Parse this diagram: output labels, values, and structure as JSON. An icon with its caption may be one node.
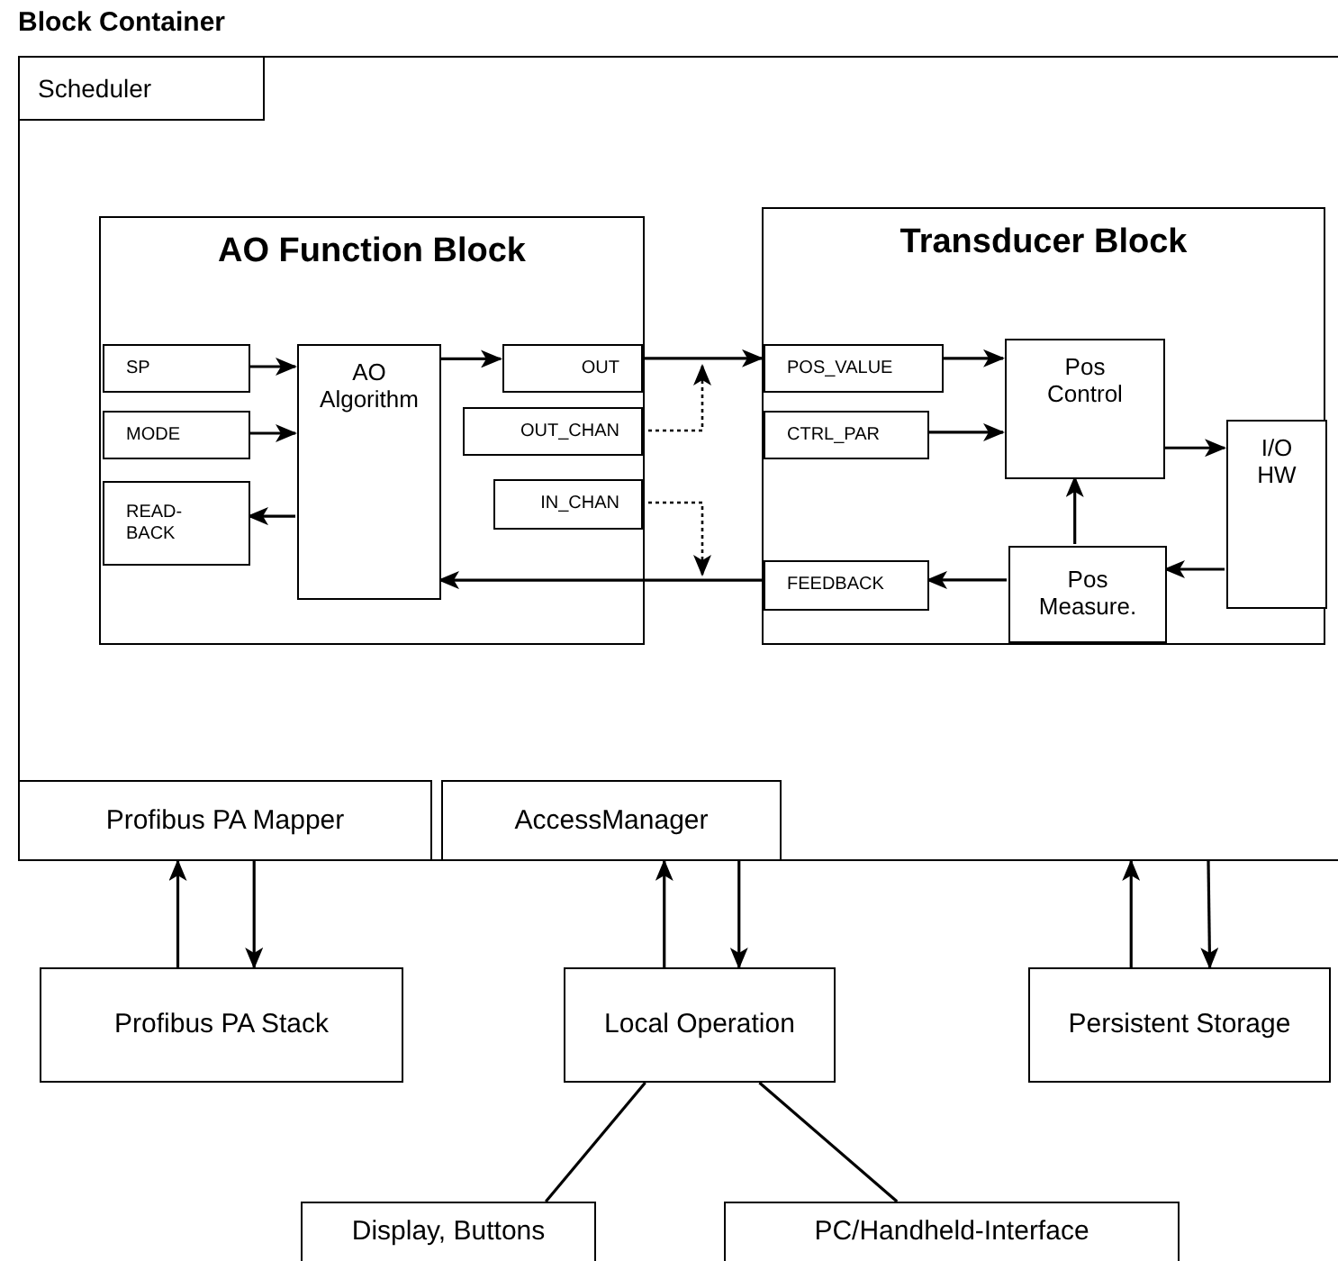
{
  "diagram": {
    "nodes": [
      {
        "text": [
          "Block Container"
        ]
      },
      {
        "text": [
          "Scheduler"
        ],
        "in": 0
      },
      {
        "text": [
          "AO Function Block"
        ],
        "in": 0
      },
      {
        "text": [
          "SP"
        ],
        "in": 2
      },
      {
        "text": [
          "MODE"
        ],
        "in": 2
      },
      {
        "text": [
          "READ-BACK"
        ],
        "in": 2
      },
      {
        "text": [
          "AO Algorithm"
        ],
        "in": 2
      },
      {
        "text": [
          "OUT"
        ],
        "in": 2
      },
      {
        "text": [
          "OUT_CHAN"
        ],
        "in": 2
      },
      {
        "text": [
          "IN_CHAN"
        ],
        "in": 2
      },
      {
        "text": [
          "Transducer Block"
        ],
        "in": 0
      },
      {
        "text": [
          "POS_VALUE"
        ],
        "in": 10
      },
      {
        "text": [
          "CTRL_PAR"
        ],
        "in": 10
      },
      {
        "text": [
          "FEEDBACK"
        ],
        "in": 10
      },
      {
        "text": [
          "Pos Control"
        ],
        "in": 10
      },
      {
        "text": [
          "I/O HW"
        ],
        "in": 10
      },
      {
        "text": [
          "Pos Measure."
        ],
        "in": 10
      },
      {
        "text": [
          "Profibus PA Mapper"
        ],
        "in": 0
      },
      {
        "text": [
          "AccessManager"
        ],
        "in": 0
      },
      {
        "text": [
          "Profibus PA Stack"
        ]
      },
      {
        "text": [
          "Local Operation"
        ]
      },
      {
        "text": [
          "Persistent Storage"
        ]
      },
      {
        "text": [
          "Display, Buttons"
        ]
      },
      {
        "text": [
          "PC/Handheld-Interface"
        ]
      }
    ],
    "edges": [
      {
        "from": 3,
        "to": 6,
        "arrow": "to"
      },
      {
        "from": 4,
        "to": 6,
        "arrow": "to"
      },
      {
        "from": 6,
        "to": 5,
        "arrow": "to"
      },
      {
        "from": 6,
        "to": 7,
        "arrow": "to"
      },
      {
        "from": 7,
        "to": 11,
        "arrow": "to"
      },
      {
        "from": 8,
        "to": null,
        "arrow": "to",
        "style": "dashed"
      },
      {
        "from": 9,
        "to": null,
        "arrow": "to",
        "style": "dashed"
      },
      {
        "from": 13,
        "to": 6,
        "arrow": "to"
      },
      {
        "from": 11,
        "to": 14,
        "arrow": "to"
      },
      {
        "from": 12,
        "to": 14,
        "arrow": "to"
      },
      {
        "from": 14,
        "to": 15,
        "arrow": "to"
      },
      {
        "from": 15,
        "to": 16,
        "arrow": "to"
      },
      {
        "from": 16,
        "to": 14,
        "arrow": "to"
      },
      {
        "from": 16,
        "to": 13,
        "arrow": "to"
      },
      {
        "from": 19,
        "to": 17,
        "arrow": "to"
      },
      {
        "from": 17,
        "to": 19,
        "arrow": "to"
      },
      {
        "from": 20,
        "to": 18,
        "arrow": "to"
      },
      {
        "from": 18,
        "to": 20,
        "arrow": "to"
      },
      {
        "from": 21,
        "to": 0,
        "arrow": "to"
      },
      {
        "from": 0,
        "to": 21,
        "arrow": "to"
      },
      {
        "from": 20,
        "to": 22,
        "arrow": "none"
      },
      {
        "from": 20,
        "to": 23,
        "arrow": "none"
      }
    ]
  }
}
